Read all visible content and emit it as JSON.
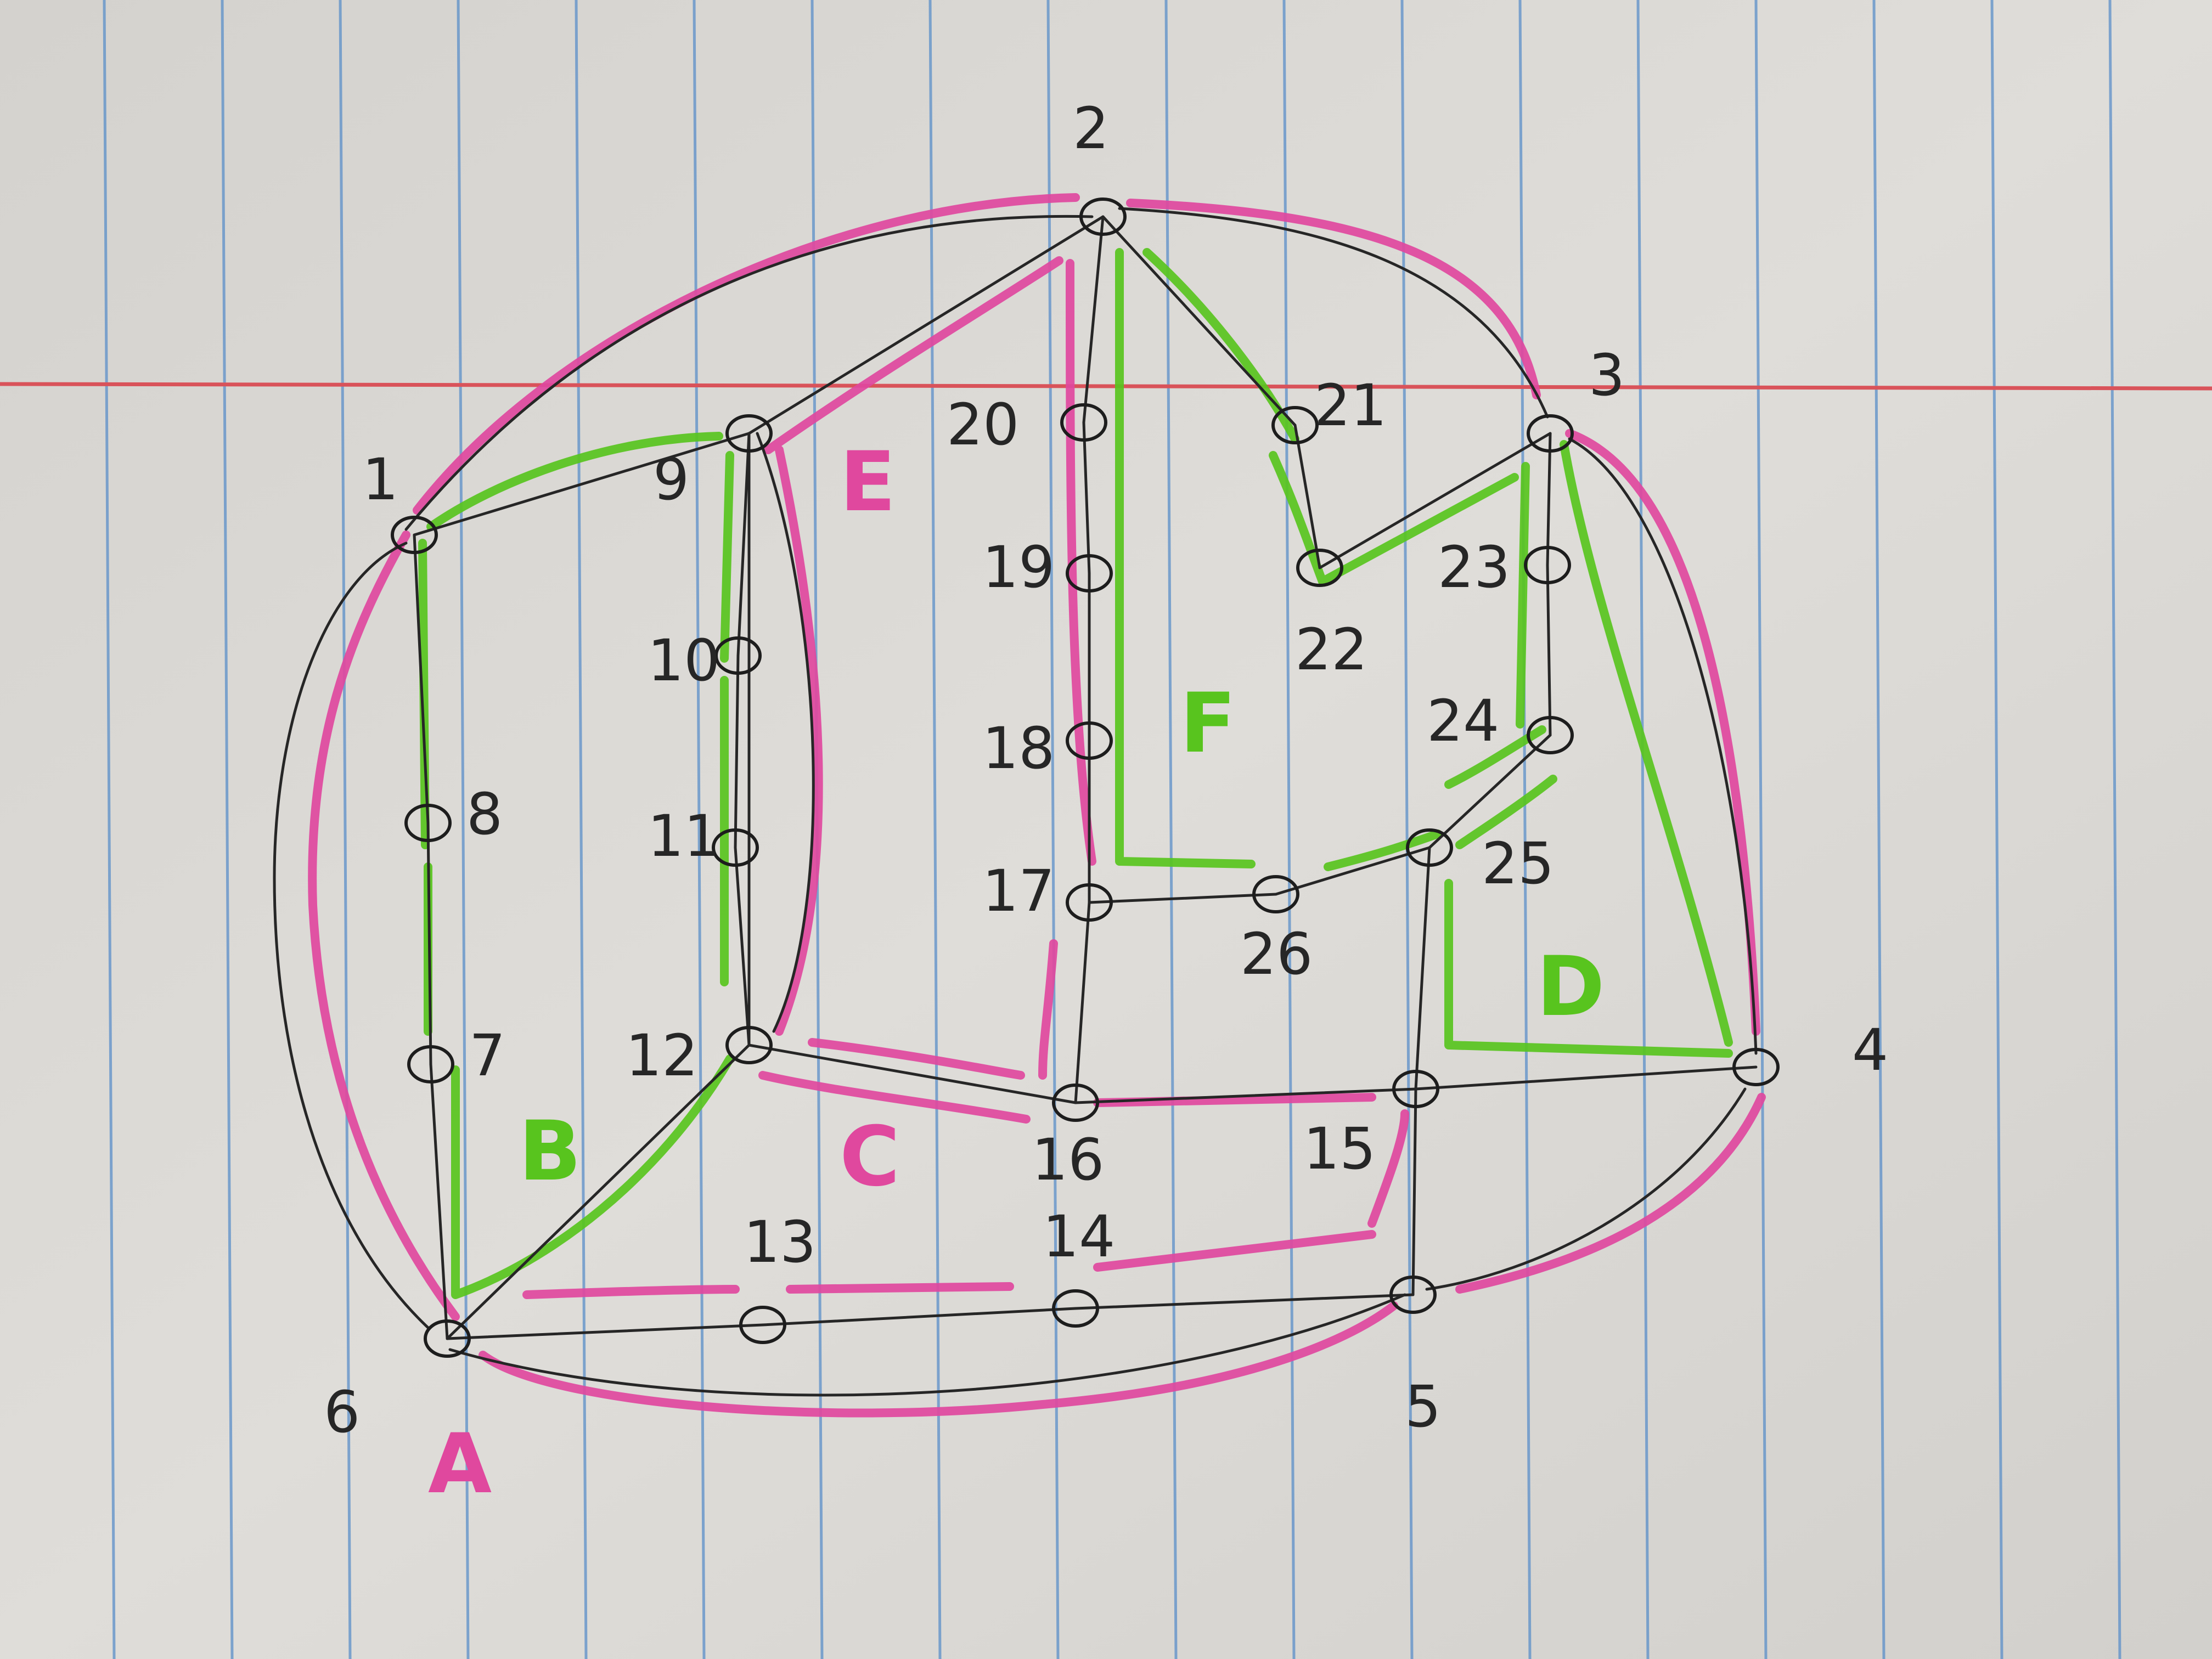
{
  "diagram": {
    "vertices": [
      {
        "id": "1",
        "label": "1"
      },
      {
        "id": "2",
        "label": "2"
      },
      {
        "id": "3",
        "label": "3"
      },
      {
        "id": "4",
        "label": "4"
      },
      {
        "id": "5",
        "label": "5"
      },
      {
        "id": "6",
        "label": "6"
      },
      {
        "id": "7",
        "label": "7"
      },
      {
        "id": "8",
        "label": "8"
      },
      {
        "id": "9",
        "label": "9"
      },
      {
        "id": "10",
        "label": "10"
      },
      {
        "id": "11",
        "label": "11"
      },
      {
        "id": "12",
        "label": "12"
      },
      {
        "id": "13",
        "label": "13"
      },
      {
        "id": "14",
        "label": "14"
      },
      {
        "id": "15",
        "label": "15"
      },
      {
        "id": "16",
        "label": "16"
      },
      {
        "id": "17",
        "label": "17"
      },
      {
        "id": "18",
        "label": "18"
      },
      {
        "id": "19",
        "label": "19"
      },
      {
        "id": "20",
        "label": "20"
      },
      {
        "id": "21",
        "label": "21"
      },
      {
        "id": "22",
        "label": "22"
      },
      {
        "id": "23",
        "label": "23"
      },
      {
        "id": "24",
        "label": "24"
      },
      {
        "id": "25",
        "label": "25"
      },
      {
        "id": "26",
        "label": "26"
      }
    ],
    "edges": [
      [
        "1",
        "2"
      ],
      [
        "2",
        "3"
      ],
      [
        "3",
        "4"
      ],
      [
        "4",
        "5"
      ],
      [
        "5",
        "6"
      ],
      [
        "6",
        "1"
      ],
      [
        "1",
        "9"
      ],
      [
        "1",
        "8"
      ],
      [
        "8",
        "7"
      ],
      [
        "7",
        "6"
      ],
      [
        "2",
        "9"
      ],
      [
        "9",
        "10"
      ],
      [
        "10",
        "11"
      ],
      [
        "11",
        "12"
      ],
      [
        "9",
        "12"
      ],
      [
        "12",
        "6"
      ],
      [
        "12",
        "16"
      ],
      [
        "6",
        "13"
      ],
      [
        "13",
        "14"
      ],
      [
        "14",
        "5"
      ],
      [
        "5",
        "15"
      ],
      [
        "15",
        "16"
      ],
      [
        "15",
        "4"
      ],
      [
        "2",
        "20"
      ],
      [
        "20",
        "19"
      ],
      [
        "19",
        "18"
      ],
      [
        "18",
        "17"
      ],
      [
        "17",
        "16"
      ],
      [
        "2",
        "21"
      ],
      [
        "21",
        "22"
      ],
      [
        "22",
        "3"
      ],
      [
        "3",
        "23"
      ],
      [
        "23",
        "24"
      ],
      [
        "24",
        "25"
      ],
      [
        "25",
        "26"
      ],
      [
        "26",
        "17"
      ],
      [
        "25",
        "15"
      ]
    ],
    "faces": [
      {
        "label": "A",
        "color": "pink"
      },
      {
        "label": "B",
        "color": "green"
      },
      {
        "label": "C",
        "color": "pink"
      },
      {
        "label": "D",
        "color": "green"
      },
      {
        "label": "E",
        "color": "pink"
      },
      {
        "label": "F",
        "color": "green"
      }
    ],
    "colors": {
      "pink": "#e0489e",
      "green": "#58c41e",
      "ink": "#262626",
      "paper": "#dcdad6",
      "rule_blue": "#5b8fc9",
      "margin_red": "#d9535a"
    }
  }
}
